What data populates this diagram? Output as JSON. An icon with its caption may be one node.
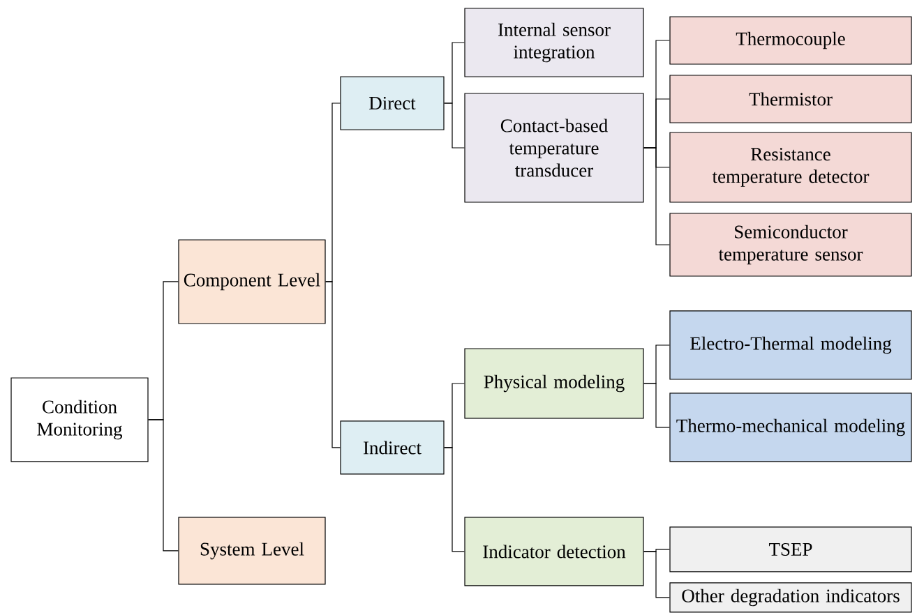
{
  "diagram": {
    "nodes": [
      {
        "text": [
          "Condition Monitoring"
        ]
      },
      {
        "text": [
          "Component Level"
        ]
      },
      {
        "text": [
          "System Level"
        ]
      },
      {
        "text": [
          "Direct"
        ]
      },
      {
        "text": [
          "Indirect"
        ]
      },
      {
        "text": [
          "Internal sensor integration"
        ]
      },
      {
        "text": [
          "Contact-based temperature transducer"
        ]
      },
      {
        "text": [
          "Thermocouple"
        ]
      },
      {
        "text": [
          "Thermistor"
        ]
      },
      {
        "text": [
          "Resistance temperature detector"
        ]
      },
      {
        "text": [
          "Semiconductor temperature sensor"
        ]
      },
      {
        "text": [
          "Physical modeling"
        ]
      },
      {
        "text": [
          "Indicator detection"
        ]
      },
      {
        "text": [
          "Electro-Thermal modeling"
        ]
      },
      {
        "text": [
          "Thermo-mechanical modeling"
        ]
      },
      {
        "text": [
          "TSEP"
        ]
      },
      {
        "text": [
          "Other degradation indicators"
        ]
      }
    ],
    "edges": [
      {
        "from": 0,
        "to": 1,
        "arrow": "none"
      },
      {
        "from": 0,
        "to": 2,
        "arrow": "none"
      },
      {
        "from": 1,
        "to": 3,
        "arrow": "none"
      },
      {
        "from": 1,
        "to": 4,
        "arrow": "none"
      },
      {
        "from": 3,
        "to": 5,
        "arrow": "none"
      },
      {
        "from": 3,
        "to": 6,
        "arrow": "none"
      },
      {
        "from": 6,
        "to": 7,
        "arrow": "none"
      },
      {
        "from": 6,
        "to": 8,
        "arrow": "none"
      },
      {
        "from": 6,
        "to": 9,
        "arrow": "none"
      },
      {
        "from": 6,
        "to": 10,
        "arrow": "none"
      },
      {
        "from": 4,
        "to": 11,
        "arrow": "none"
      },
      {
        "from": 4,
        "to": 12,
        "arrow": "none"
      },
      {
        "from": 11,
        "to": 13,
        "arrow": "none"
      },
      {
        "from": 11,
        "to": 14,
        "arrow": "none"
      },
      {
        "from": 12,
        "to": 15,
        "arrow": "none"
      },
      {
        "from": 12,
        "to": 16,
        "arrow": "none"
      }
    ]
  }
}
